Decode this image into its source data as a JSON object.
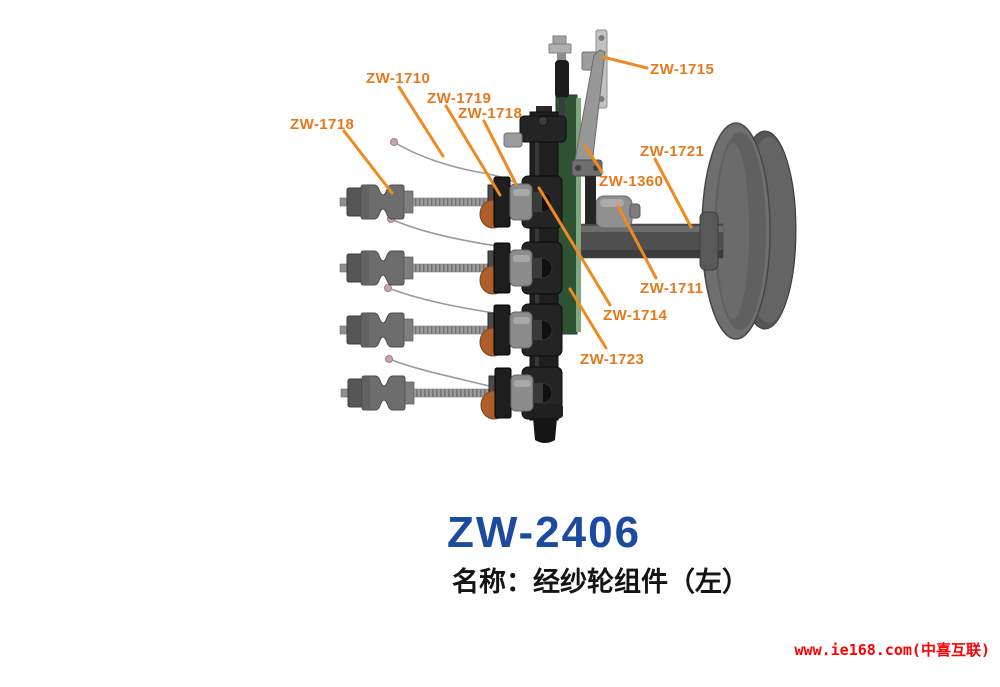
{
  "colors": {
    "label_orange": "#e5791d",
    "leader_orange": "#ee8a1f",
    "title_blue": "#1b4a9e",
    "subtitle_black": "#141414",
    "watermark_red": "#ff0000",
    "machine_green": "#2f5233",
    "machine_copper": "#ad5e2a"
  },
  "diagram": {
    "type": "labeled-parts-diagram",
    "subject": "warp yarn wheel assembly (left)"
  },
  "parts": [
    {
      "label": "ZW-1718"
    },
    {
      "label": "ZW-1710"
    },
    {
      "label": "ZW-1719"
    },
    {
      "label": "ZW-1718"
    },
    {
      "label": "ZW-1715"
    },
    {
      "label": "ZW-1721"
    },
    {
      "label": "ZW-1360"
    },
    {
      "label": "ZW-1711"
    },
    {
      "label": "ZW-1714"
    },
    {
      "label": "ZW-1723"
    }
  ],
  "footer": {
    "model": "ZW-2406",
    "product_name": "名称：经纱轮组件（左）",
    "watermark": "www.ie168.com(中喜互联)"
  }
}
